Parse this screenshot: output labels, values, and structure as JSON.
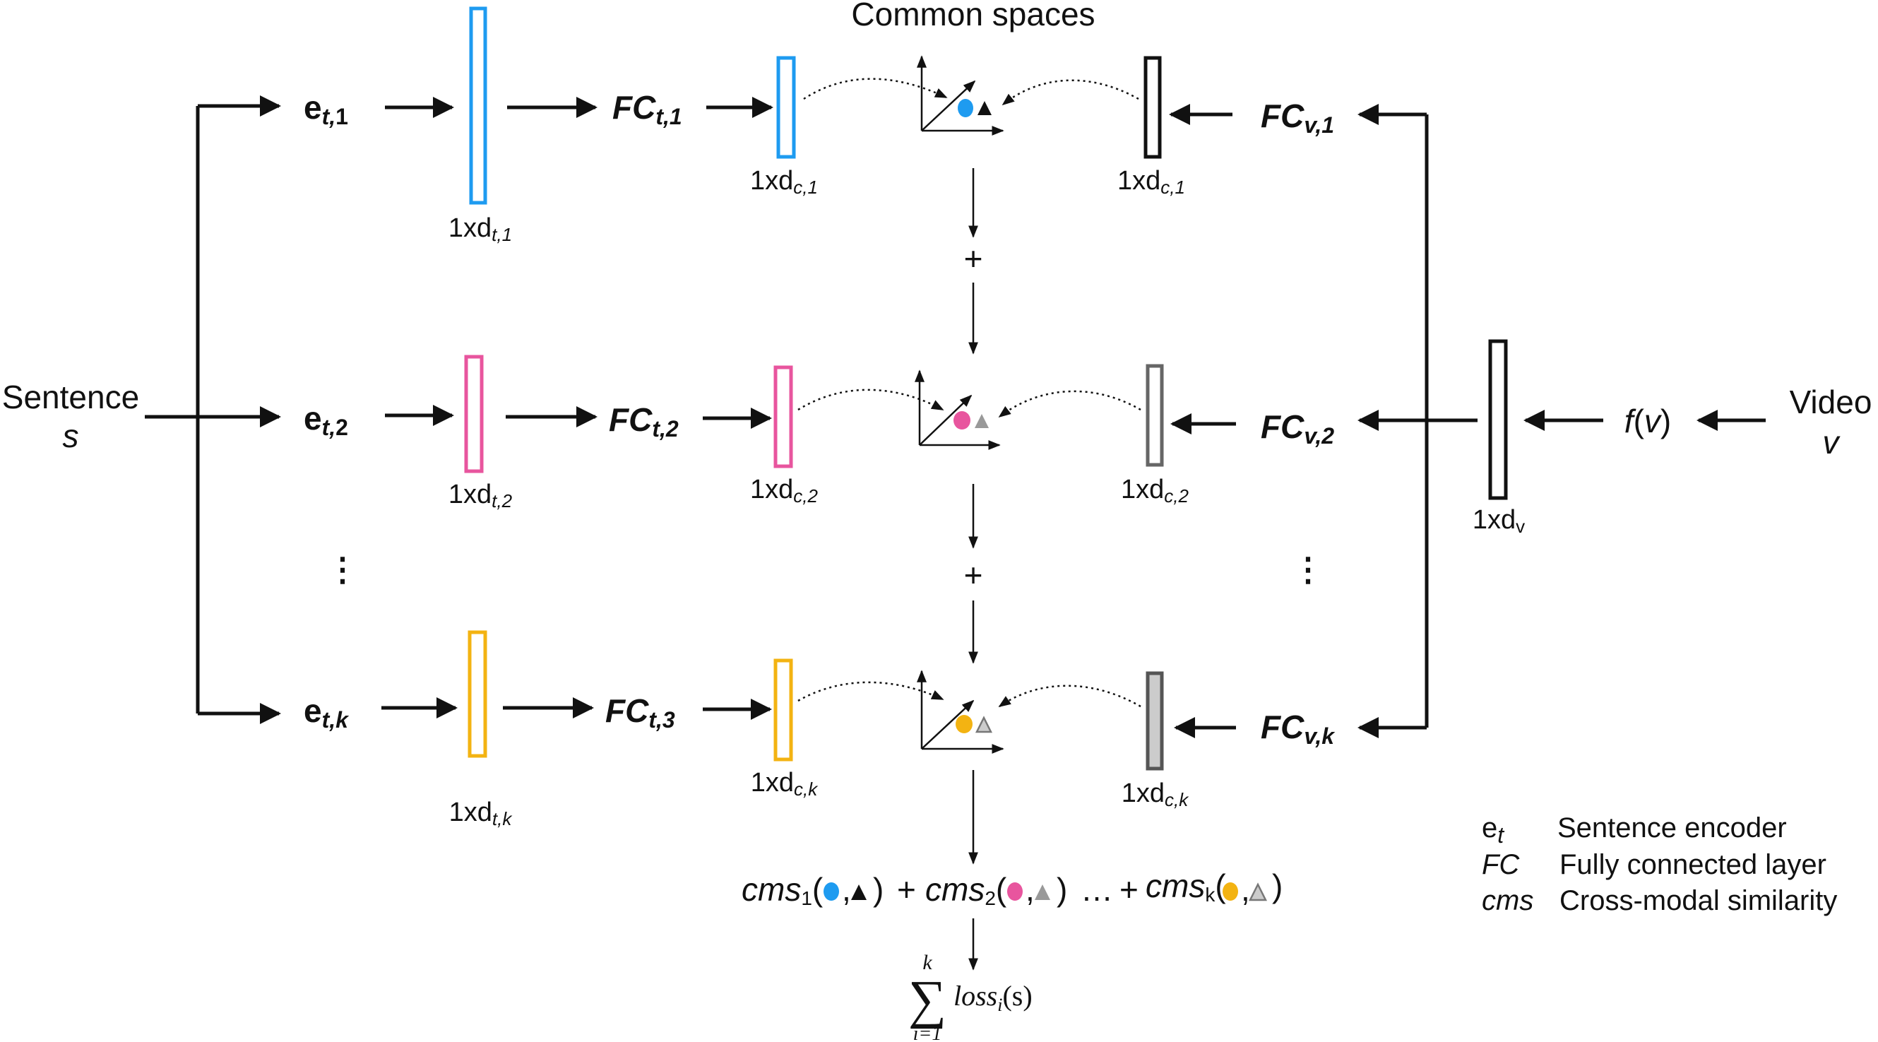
{
  "title": "Common spaces",
  "input": {
    "sentence_label": "Sentence",
    "sentence_symbol": "s",
    "video_label": "Video",
    "video_symbol": "v"
  },
  "video_feature": {
    "fn": "f",
    "open": "(",
    "arg": "v",
    "close": ")",
    "dim": "1xd",
    "dim_sub": "v"
  },
  "text_branches": [
    {
      "enc": "e",
      "enc_sub": "t,",
      "enc_idx": "1",
      "fc": "FC",
      "fc_sub": "t,1",
      "feat_dim": "1xd",
      "feat_sub": "t,1",
      "common_dim": "1xd",
      "common_sub": "c,1",
      "color": "#1E9BF0"
    },
    {
      "enc": "e",
      "enc_sub": "t,",
      "enc_idx": "2",
      "fc": "FC",
      "fc_sub": "t,2",
      "feat_dim": "1xd",
      "feat_sub": "t,2",
      "common_dim": "1xd",
      "common_sub": "c,2",
      "color": "#E8559E"
    },
    {
      "enc": "e",
      "enc_sub": "t,",
      "enc_idx": "k",
      "fc": "FC",
      "fc_sub": "t,3",
      "feat_dim": "1xd",
      "feat_sub": "t,k",
      "common_dim": "1xd",
      "common_sub": "c,k",
      "color": "#F3B312"
    }
  ],
  "video_branches": [
    {
      "fc": "FC",
      "fc_sub": "v,1",
      "common_dim": "1xd",
      "common_sub": "c,1",
      "color": "#111111",
      "fill": "#ffffff"
    },
    {
      "fc": "FC",
      "fc_sub": "v,2",
      "common_dim": "1xd",
      "common_sub": "c,2",
      "color": "#666666",
      "fill": "#ffffff"
    },
    {
      "fc": "FC",
      "fc_sub": "v,k",
      "common_dim": "1xd",
      "common_sub": "c,k",
      "color": "#555555",
      "fill": "#cccccc"
    }
  ],
  "plus_signs": [
    "+",
    "+"
  ],
  "ellipsis": "⋮",
  "cms": {
    "term1": "cms",
    "sub1": "1",
    "term2": "cms",
    "sub2": "2",
    "term3": "cms",
    "sub3": "k",
    "open": "(",
    "comma": ",",
    "close": ")",
    "plus": "+",
    "dots": "…"
  },
  "sum": {
    "symbol": "∑",
    "upper": "k",
    "lower": "i=1",
    "expr": "loss",
    "expr_sub": "i",
    "expr_arg": "(s)"
  },
  "legend": [
    {
      "term": "e",
      "term_sub": "t",
      "desc": "Sentence encoder"
    },
    {
      "term": "FC",
      "term_sub": "",
      "desc": "Fully connected layer"
    },
    {
      "term": "cms",
      "term_sub": "",
      "desc": "Cross-modal similarity"
    }
  ],
  "colors": {
    "blue": "#1E9BF0",
    "pink": "#E8559E",
    "yellow": "#F3B312",
    "gray": "#888888",
    "black": "#111111"
  }
}
